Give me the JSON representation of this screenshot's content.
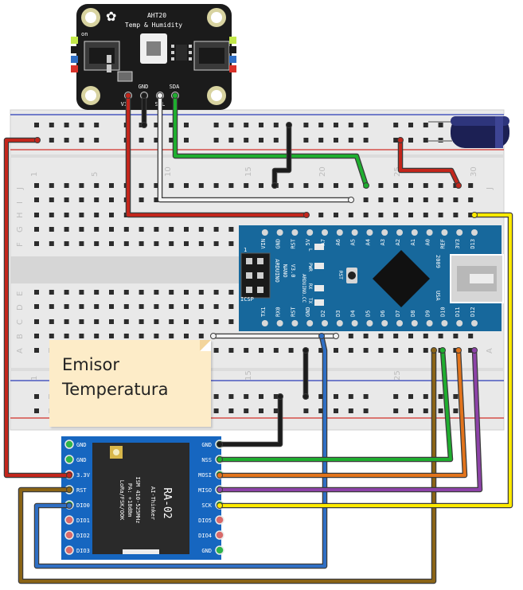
{
  "aht20": {
    "title": "AHT20",
    "subtitle": "Temp & Humidity",
    "on_label": "on",
    "pins": [
      "VIN",
      "GND",
      "SCL",
      "SDA"
    ]
  },
  "arduino": {
    "top_pins": [
      "D13",
      "3V3",
      "REF",
      "A0",
      "A1",
      "A2",
      "A3",
      "A4",
      "A5",
      "A6",
      "A7",
      "5V",
      "RST",
      "GND",
      "VIN"
    ],
    "bottom_pins": [
      "D12",
      "D11",
      "D10",
      "D9",
      "D8",
      "D7",
      "D6",
      "D5",
      "D4",
      "D3",
      "D2",
      "GND",
      "RST",
      "RX0",
      "TX1"
    ],
    "name_lines": [
      "ARDUINO",
      "NANO",
      "V3.0"
    ],
    "site": "ARDUINO.CC",
    "year": "2009",
    "country": "USA",
    "led_labels": [
      "L",
      "PWR",
      "RX",
      "TX"
    ],
    "rst_label": "RST",
    "icsp_label": "ICSP",
    "icsp_num": "1"
  },
  "breadboard": {
    "column_numbers": [
      "1",
      "5",
      "10",
      "15",
      "20",
      "25",
      "30"
    ],
    "row_letters_top": [
      "J",
      "I",
      "H",
      "G",
      "F"
    ],
    "row_letters_bottom": [
      "E",
      "D",
      "C",
      "B",
      "A"
    ]
  },
  "ra02": {
    "title": "RA-02",
    "maker": "AI-Thinker",
    "spec_lines": [
      "ISM 410-525MHz",
      "PA: +18dBm",
      "LoRa/FSK/OOK"
    ],
    "left_pins": [
      "GND",
      "GND",
      "3.3V",
      "RST",
      "DIO0",
      "DIO1",
      "DIO2",
      "DIO3"
    ],
    "right_pins": [
      "GND",
      "NSS",
      "MOSI",
      "MISO",
      "SCK",
      "DIO5",
      "DIO4",
      "GND"
    ]
  },
  "note": {
    "text": "Emisor\nTemperatura"
  },
  "colors": {
    "red": "#c3261c",
    "black": "#1c1c1c",
    "white": "#f2f2f2",
    "green": "#1fae2f",
    "blue": "#2f6fc4",
    "yellow": "#ffea00",
    "orange": "#e2741c",
    "purple": "#8d43a8",
    "brown": "#8a6416",
    "board_blue": "#17689c",
    "pcb_black": "#1b1b1b"
  }
}
